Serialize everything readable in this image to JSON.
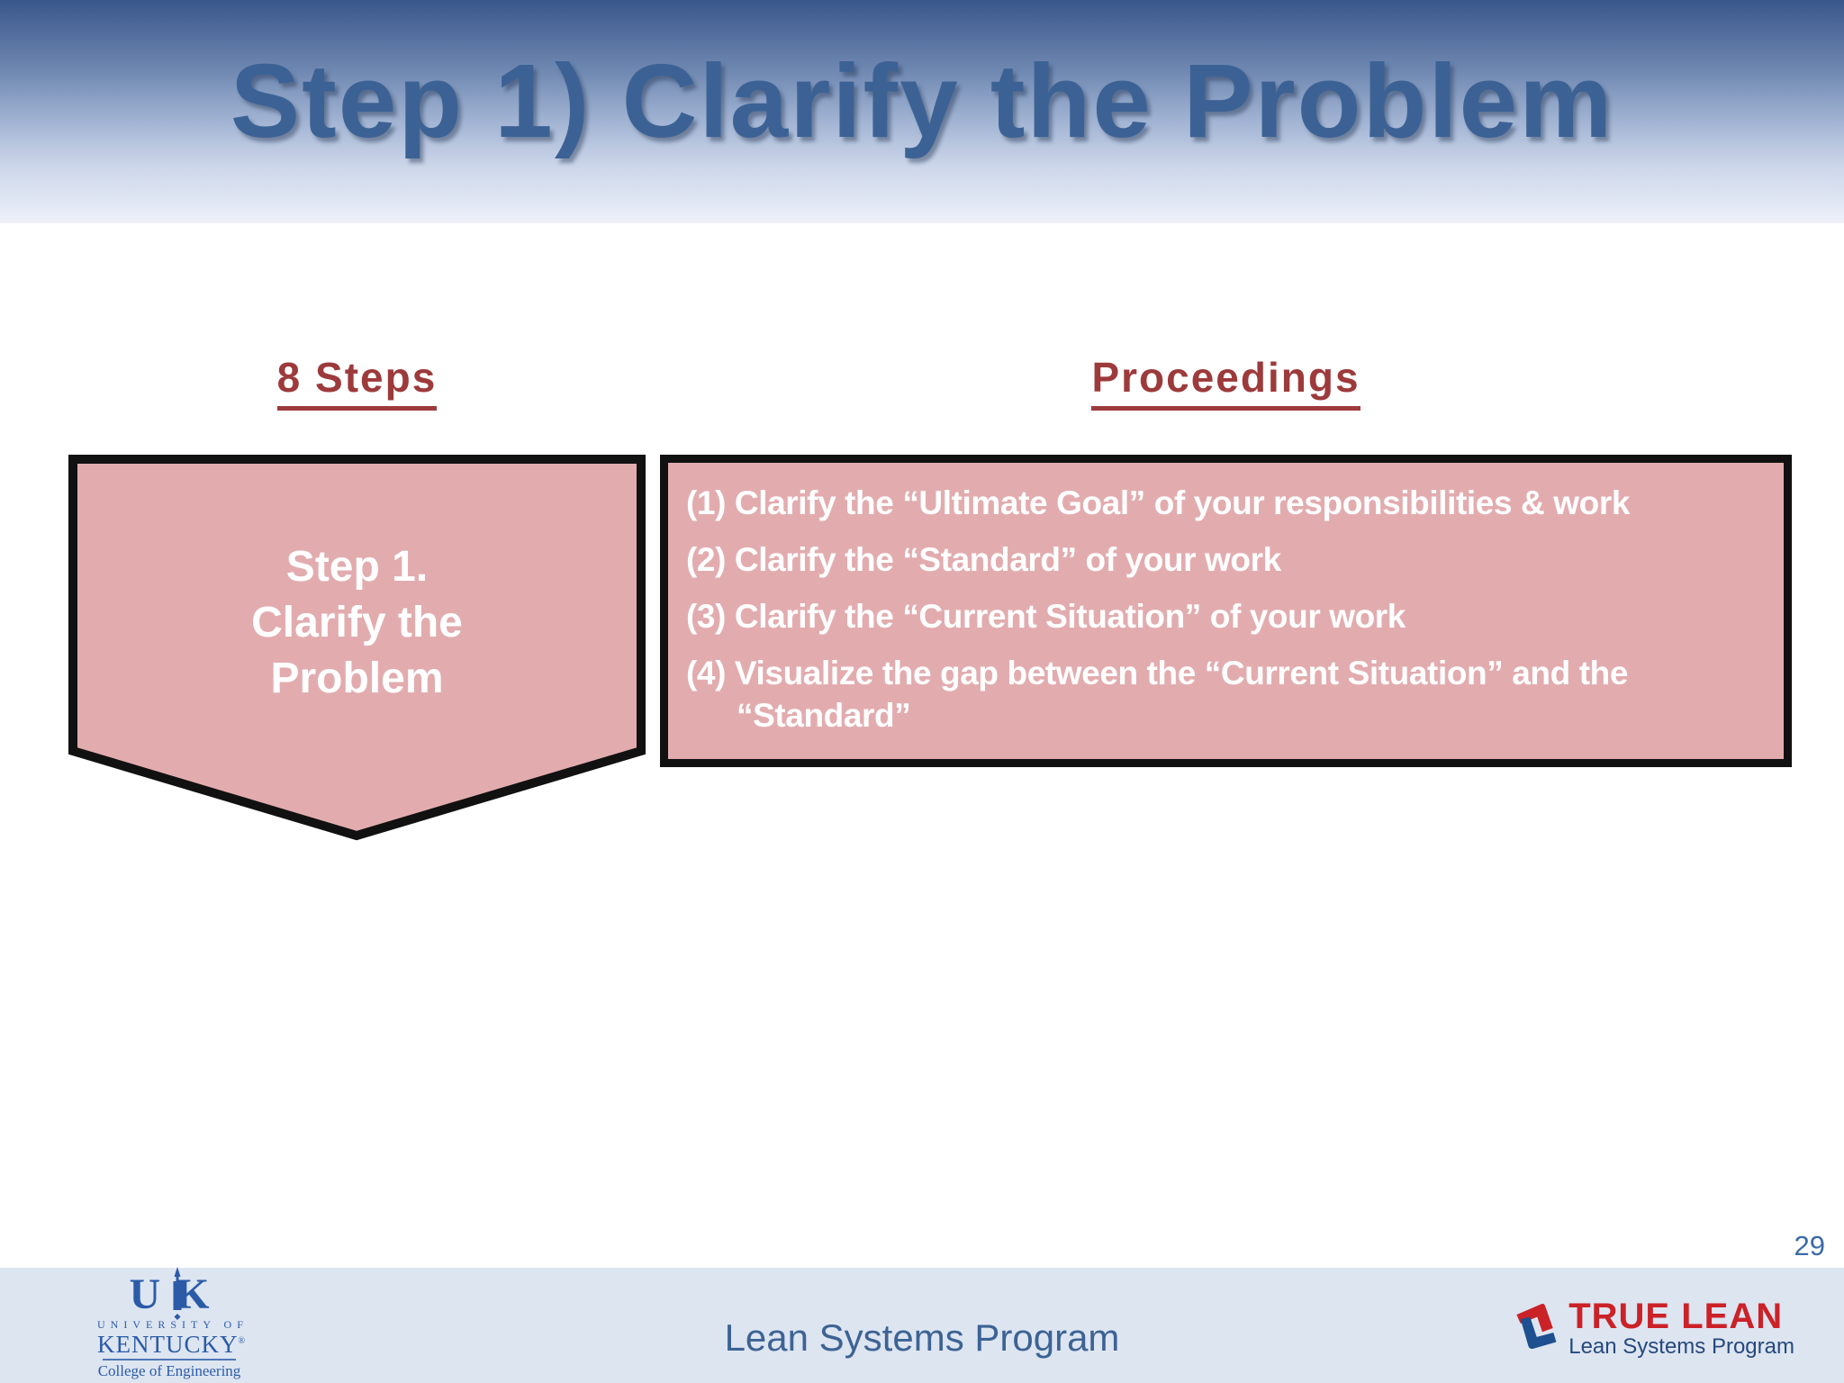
{
  "slide": {
    "title": "Step 1) Clarify the Problem",
    "left_heading": "8 Steps",
    "right_heading": "Proceedings",
    "step_shape": {
      "lines": [
        "Step 1.",
        "Clarify the",
        "Problem"
      ]
    },
    "proceedings": {
      "items": [
        "(1) Clarify the “Ultimate Goal” of your responsibilities & work",
        "(2) Clarify the “Standard” of your work",
        "(3) Clarify the “Current Situation” of your work",
        "(4) Visualize the gap between the “Current Situation” and the “Standard”"
      ]
    },
    "page_number": "29",
    "footer": {
      "center_text": "Lean Systems Program",
      "uk_logo": {
        "uk": "UK",
        "line1": "UNIVERSITY OF",
        "line2": "KENTUCKY",
        "reg": "®",
        "line3": "College of Engineering"
      },
      "truelean": {
        "title": "TRUE LEAN",
        "subtitle": "Lean Systems Program"
      }
    },
    "colors": {
      "title_blue": "#3c6295",
      "heading_red": "#9d3a3b",
      "shape_pink": "#e2acaf",
      "shape_border": "#111111",
      "footer_band": "#dde5f1",
      "uk_logo_blue": "#2b5ba7",
      "truelean_red": "#cb2228",
      "truelean_blue": "#26497c",
      "header_gradient_top": "#3a578b",
      "header_gradient_bottom": "#eef1f9"
    }
  }
}
